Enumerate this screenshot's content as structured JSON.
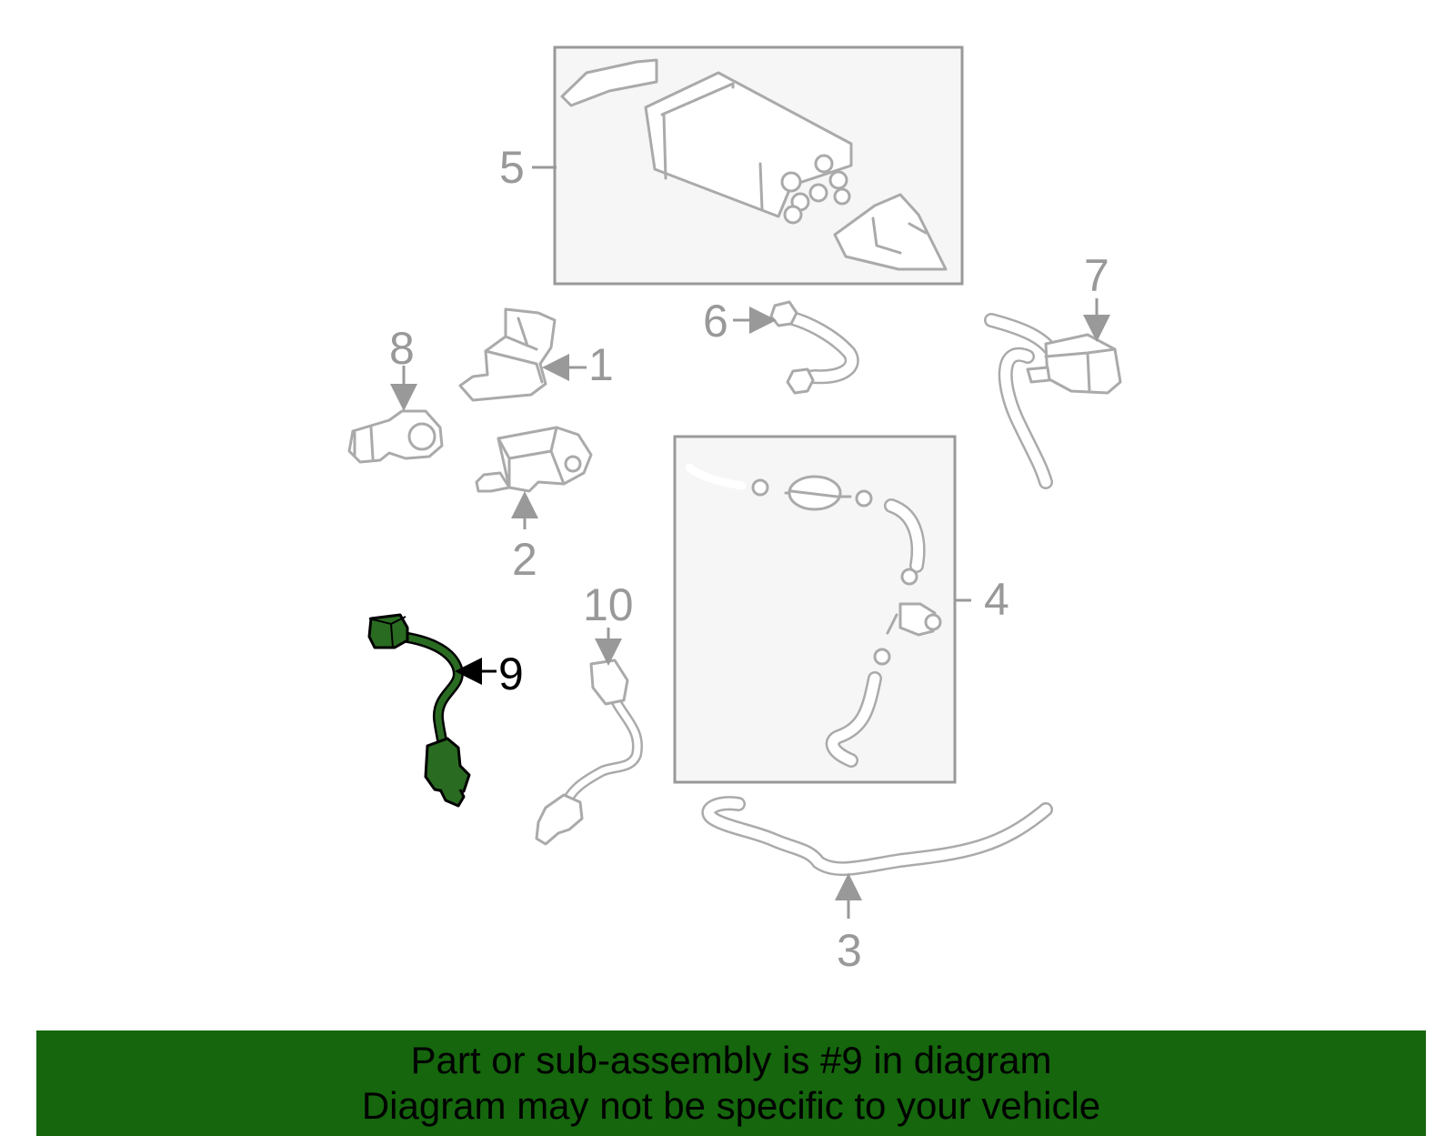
{
  "callouts": {
    "c1": "1",
    "c2": "2",
    "c3": "3",
    "c4": "4",
    "c5": "5",
    "c6": "6",
    "c7": "7",
    "c8": "8",
    "c9": "9",
    "c10": "10"
  },
  "highlighted_part": "9",
  "colors": {
    "highlight_part": "#2a6b22",
    "banner_bg": "#15660d",
    "inactive_part": "#aaaaaa",
    "box_bg": "#f6f6f6"
  },
  "banner": {
    "line1": "Part or sub-assembly is #9 in diagram",
    "line2": "Diagram may not be specific to your vehicle"
  }
}
